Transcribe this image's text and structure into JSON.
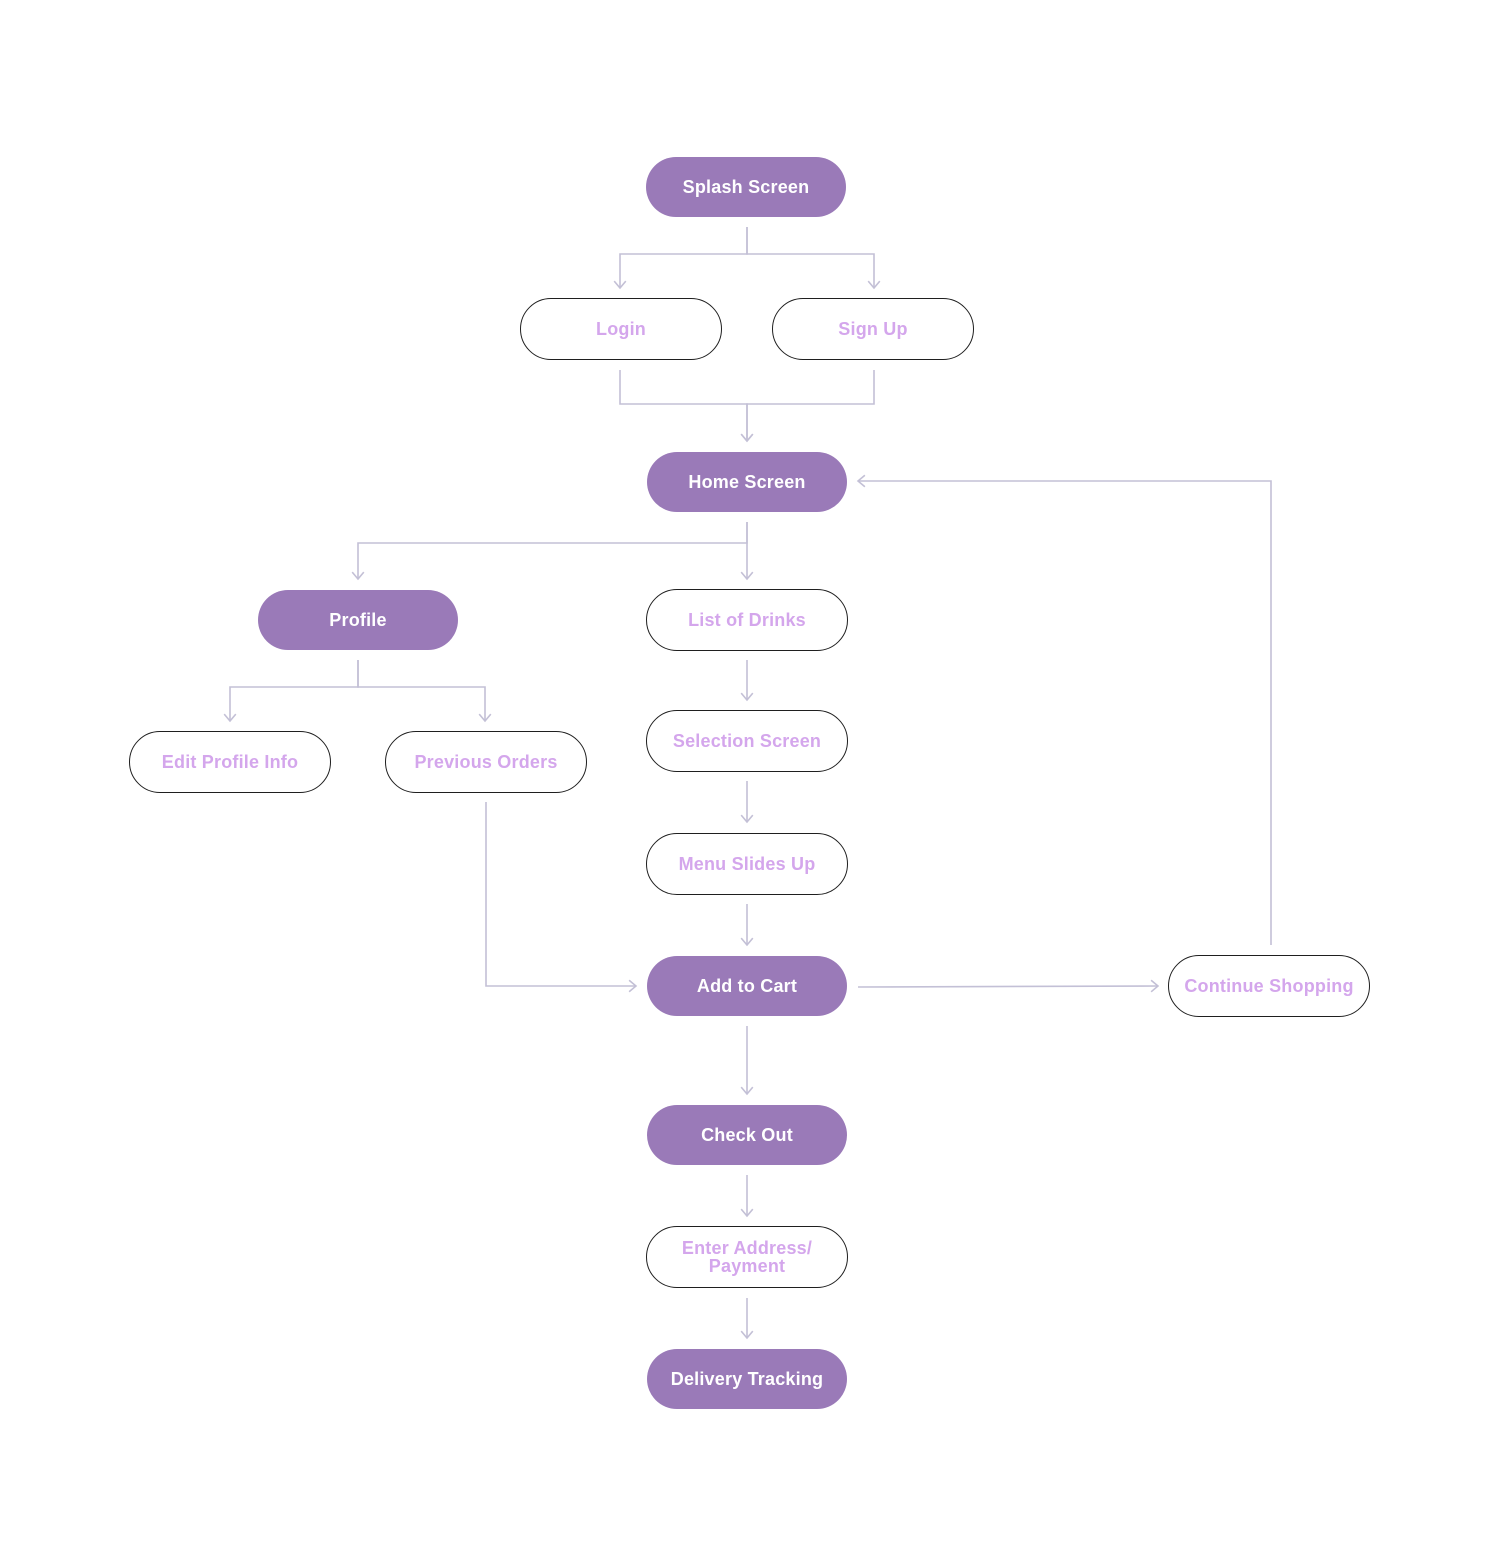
{
  "colors": {
    "filled_bg": "#9a7ab8",
    "filled_text": "#ffffff",
    "outline_text": "#d4a6ec",
    "outline_border": "#1f1f1f",
    "connector": "#c3c0d6"
  },
  "nodes": {
    "splash": {
      "label": "Splash Screen",
      "style": "filled"
    },
    "login": {
      "label": "Login",
      "style": "outline"
    },
    "signup": {
      "label": "Sign Up",
      "style": "outline"
    },
    "home": {
      "label": "Home Screen",
      "style": "filled"
    },
    "profile": {
      "label": "Profile",
      "style": "filled"
    },
    "drinks": {
      "label": "List of Drinks",
      "style": "outline"
    },
    "editprof": {
      "label": "Edit Profile Info",
      "style": "outline"
    },
    "prevord": {
      "label": "Previous Orders",
      "style": "outline"
    },
    "select": {
      "label": "Selection Screen",
      "style": "outline"
    },
    "menu": {
      "label": "Menu Slides Up",
      "style": "outline"
    },
    "cart": {
      "label": "Add to Cart",
      "style": "filled"
    },
    "contshop": {
      "label": "Continue Shopping",
      "style": "outline"
    },
    "checkout": {
      "label": "Check Out",
      "style": "filled"
    },
    "address": {
      "label": "Enter Address/ Payment",
      "style": "outline"
    },
    "tracking": {
      "label": "Delivery Tracking",
      "style": "filled"
    }
  },
  "edges": [
    {
      "from": "splash",
      "to": "login"
    },
    {
      "from": "splash",
      "to": "signup"
    },
    {
      "from": "login",
      "to": "home"
    },
    {
      "from": "signup",
      "to": "home"
    },
    {
      "from": "home",
      "to": "profile"
    },
    {
      "from": "home",
      "to": "drinks"
    },
    {
      "from": "profile",
      "to": "editprof"
    },
    {
      "from": "profile",
      "to": "prevord"
    },
    {
      "from": "drinks",
      "to": "select"
    },
    {
      "from": "select",
      "to": "menu"
    },
    {
      "from": "menu",
      "to": "cart"
    },
    {
      "from": "prevord",
      "to": "cart"
    },
    {
      "from": "cart",
      "to": "contshop"
    },
    {
      "from": "contshop",
      "to": "home"
    },
    {
      "from": "cart",
      "to": "checkout"
    },
    {
      "from": "checkout",
      "to": "address"
    },
    {
      "from": "address",
      "to": "tracking"
    }
  ]
}
